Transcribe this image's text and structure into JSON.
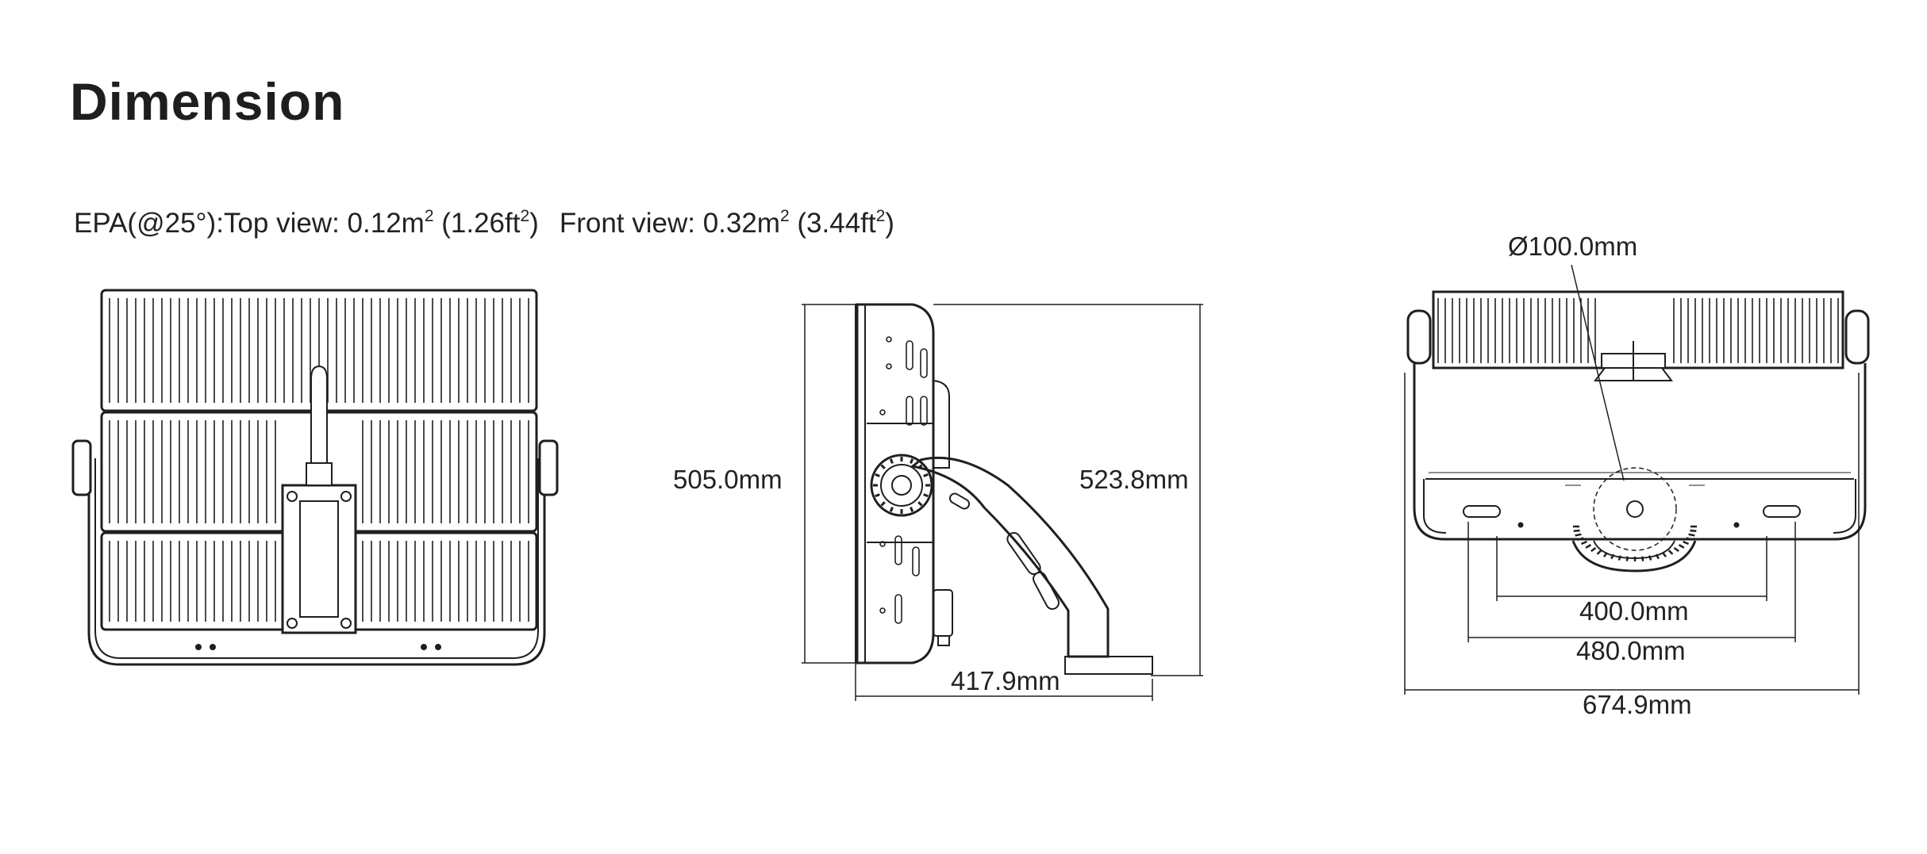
{
  "title": "Dimension",
  "epa": {
    "prefix": "EPA(@25°):Top view: 0.12m",
    "top_sup1": "2",
    "top_paren_open": " (1.26ft",
    "top_sup2": "2",
    "top_paren_close": ")",
    "front_label": "Front view: 0.32m",
    "front_sup1": "2",
    "front_paren_open": " (3.44ft",
    "front_sup2": "2",
    "front_paren_close": ")"
  },
  "dimensions": {
    "side_height_front": "505.0mm",
    "side_height_total": "523.8mm",
    "side_depth": "417.9mm",
    "pivot_diameter": "Ø100.0mm",
    "bracket_inner": "400.0mm",
    "bracket_outer": "480.0mm",
    "overall_width": "674.9mm"
  },
  "colors": {
    "line": "#1f1f1f",
    "text": "#222222",
    "background": "#ffffff"
  }
}
